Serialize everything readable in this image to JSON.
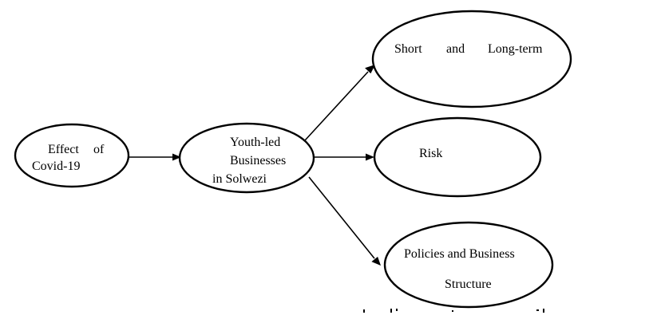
{
  "diagram": {
    "center": {
      "line1": "Youth-led",
      "line2": "Businesses",
      "line3": "in Solwezi"
    },
    "input": {
      "line1_word1": "Effect",
      "line1_word2": "of",
      "line2": "Covid-19"
    },
    "outcomes": {
      "top": {
        "word1": "Short",
        "word2": "and",
        "word3": "Long-term"
      },
      "middle": {
        "label": "Risk"
      },
      "bottom": {
        "line1": "Policies and Business",
        "line2": "Structure"
      }
    }
  }
}
